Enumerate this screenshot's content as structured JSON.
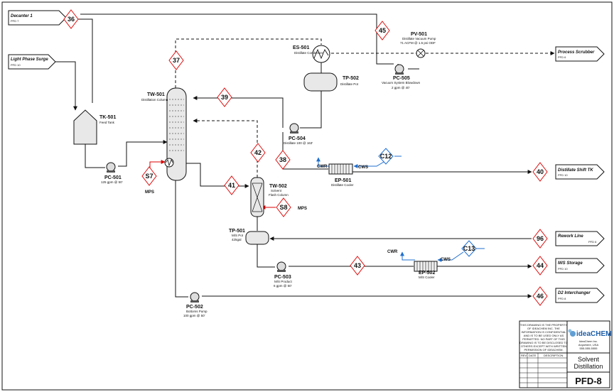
{
  "diagram": {
    "offpage_inputs": [
      {
        "title": "Decanter 1",
        "ref": "PFD 7"
      },
      {
        "title": "Light Phase Surge",
        "ref": "PFD 10"
      }
    ],
    "offpage_outputs": [
      {
        "title": "Process Scrubber",
        "ref": "PFD 6"
      },
      {
        "title": "Distillate Shift TK",
        "ref": "PFD 10"
      },
      {
        "title": "Rework Line",
        "ref": "PFD 6"
      },
      {
        "title": "M/S Storage",
        "ref": "PFD 10"
      },
      {
        "title": "D2 Interchanger",
        "ref": "PFD 8"
      }
    ],
    "streams": [
      "36",
      "45",
      "37",
      "39",
      "42",
      "38",
      "40",
      "41",
      "S7",
      "S8",
      "96",
      "43",
      "44",
      "46",
      "C12",
      "C13"
    ],
    "equipment": {
      "tk501": {
        "tag": "TK-501",
        "desc": "Feed Tank"
      },
      "tw501": {
        "tag": "TW-501",
        "desc": "Distillation Column"
      },
      "es501": {
        "tag": "ES-501",
        "desc": "Distillate Condenser"
      },
      "tp502": {
        "tag": "TP-502",
        "desc": "Distillate Pot"
      },
      "pv501": {
        "tag": "PV-501",
        "desc": "Distillate Vacuum Pump",
        "rating": "71 ACFM @ 1.5 psi ODF"
      },
      "pc505": {
        "tag": "PC-505",
        "desc": "Vacuum System Blowdown",
        "rating": "2 gpm @ 40'"
      },
      "pc504": {
        "tag": "PC-504",
        "desc": "Distillate 100 @ 163'"
      },
      "pc501": {
        "tag": "PC-501",
        "desc": "125 gpm @ 50'"
      },
      "ep501": {
        "tag": "EP-501",
        "desc": "Distillate Cooler"
      },
      "tw502": {
        "tag": "TW-502",
        "desc": "Solvent",
        "desc2": "Flash Column"
      },
      "tp501": {
        "tag": "TP-501",
        "desc": "M/S Pot",
        "rating": "425gal"
      },
      "pc503": {
        "tag": "PC-503",
        "desc": "M/S Product",
        "rating": "6 gpm @ 50'"
      },
      "ep502": {
        "tag": "EP-502",
        "desc": "M/S Cooler"
      },
      "pc502": {
        "tag": "PC-502",
        "desc": "Bottoms Pump",
        "rating": "100 gpm @ 50'"
      }
    },
    "utilities": {
      "cwr": "CWR",
      "cws": "CWS",
      "mps": "MPS"
    },
    "title_block": {
      "disclaimer": [
        "THIS DRAWING IS THE PROPERTY",
        "OF IDEACHEM INC. THE",
        "INFORMATION IS CONFIDENTIAL",
        "AND IS TO BE USED ONLY AS",
        "PERMITTED. NO PART OF THIS",
        "DRAWING IS TO BE DISCLOSED TO",
        "OTHERS EXCEPT WITH WRITTEN",
        "PERMISSION OF IDEACHEM."
      ],
      "logo": "ideaCHEM",
      "company": [
        "IdeaChem Inc.",
        "Anywhere, USA",
        "555-555-5555"
      ],
      "rev_headers": [
        "REV",
        "DATE",
        "DESCRIPTION"
      ],
      "title": [
        "Solvent",
        "Distillation"
      ],
      "drawing_no": "PFD-8"
    }
  }
}
